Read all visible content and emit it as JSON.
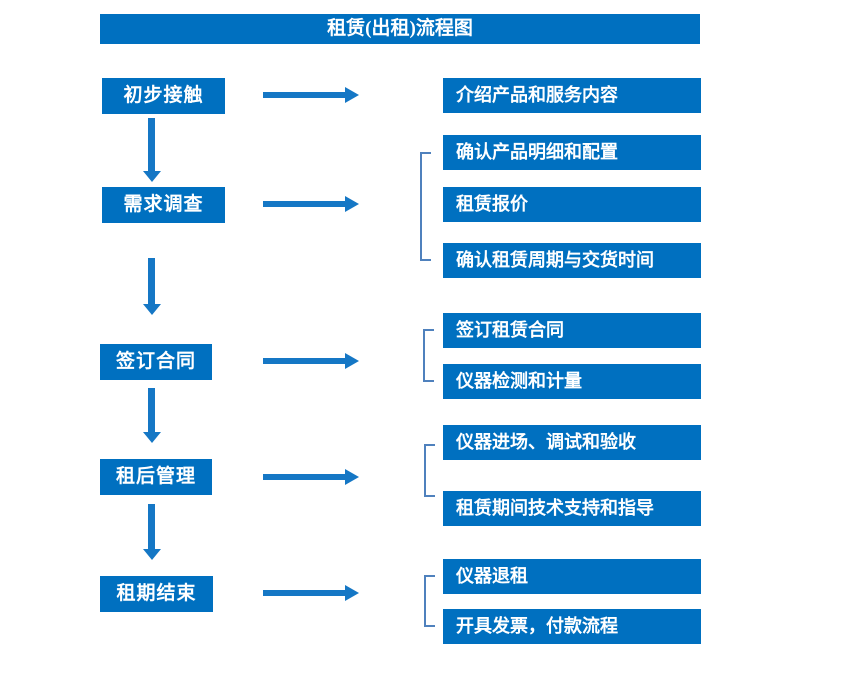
{
  "title": "租赁(出租)流程图",
  "colors": {
    "box": "#0070c0",
    "arrow": "#1577c5",
    "bracket": "#4f81bd"
  },
  "steps": [
    {
      "label": "初步接触",
      "details": [
        "介绍产品和服务内容"
      ]
    },
    {
      "label": "需求调查",
      "details": [
        "确认产品明细和配置",
        "租赁报价",
        "确认租赁周期与交货时间"
      ]
    },
    {
      "label": "签订合同",
      "details": [
        "签订租赁合同",
        "仪器检测和计量"
      ]
    },
    {
      "label": "租后管理",
      "details": [
        "仪器进场、调试和验收",
        "租赁期间技术支持和指导"
      ]
    },
    {
      "label": "租期结束",
      "details": [
        "仪器退租",
        "开具发票，付款流程"
      ]
    }
  ]
}
